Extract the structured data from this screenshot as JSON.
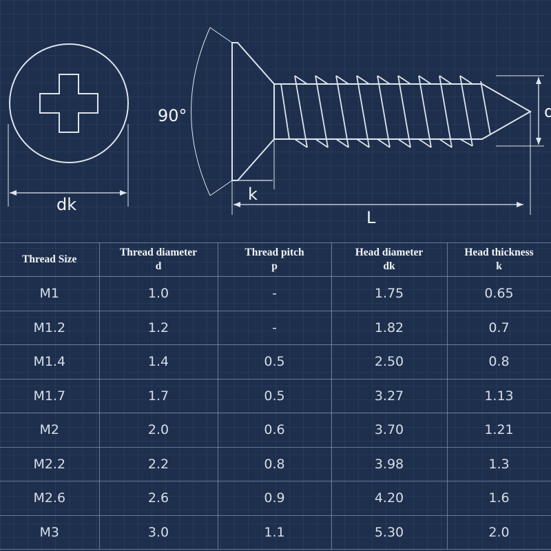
{
  "drawing": {
    "labels": {
      "head_diameter": "dk",
      "angle": "90°",
      "head_thickness": "k",
      "length": "L",
      "diameter": "d"
    }
  },
  "table": {
    "headers": [
      {
        "line1": "Thread Size",
        "line2": ""
      },
      {
        "line1": "Thread diameter",
        "line2": "d"
      },
      {
        "line1": "Thread pitch",
        "line2": "p"
      },
      {
        "line1": "Head diameter",
        "line2": "dk"
      },
      {
        "line1": "Head thickness",
        "line2": "k"
      }
    ],
    "rows": [
      [
        "M1",
        "1.0",
        "-",
        "1.75",
        "0.65"
      ],
      [
        "M1.2",
        "1.2",
        "-",
        "1.82",
        "0.7"
      ],
      [
        "M1.4",
        "1.4",
        "0.5",
        "2.50",
        "0.8"
      ],
      [
        "M1.7",
        "1.7",
        "0.5",
        "3.27",
        "1.13"
      ],
      [
        "M2",
        "2.0",
        "0.6",
        "3.70",
        "1.21"
      ],
      [
        "M2.2",
        "2.2",
        "0.8",
        "3.98",
        "1.3"
      ],
      [
        "M2.6",
        "2.6",
        "0.9",
        "4.20",
        "1.6"
      ],
      [
        "M3",
        "3.0",
        "1.1",
        "5.30",
        "2.0"
      ]
    ]
  }
}
